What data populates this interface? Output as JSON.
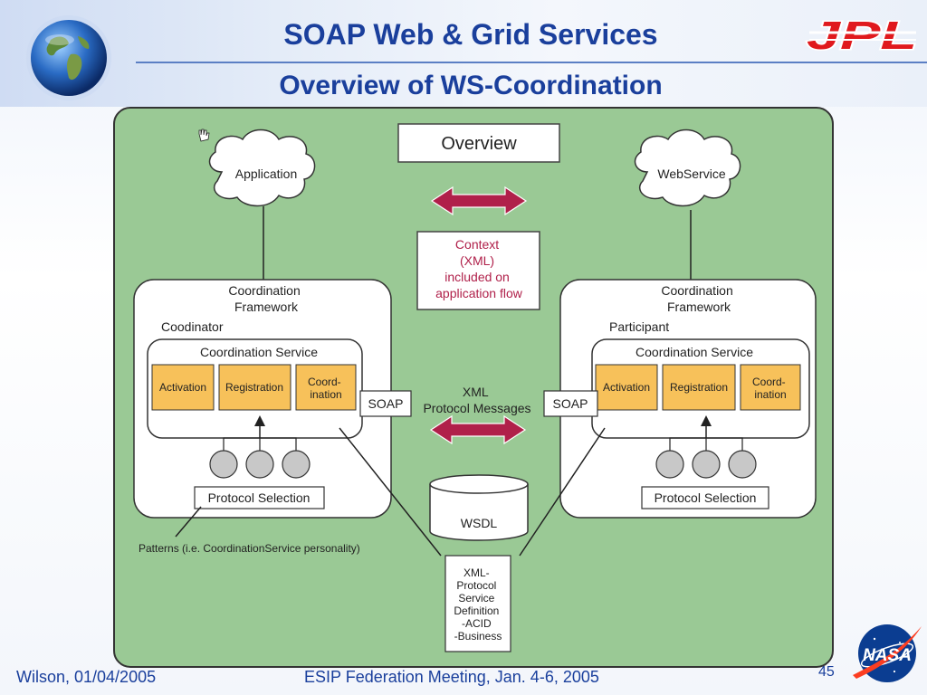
{
  "header": {
    "title": "SOAP Web & Grid Services",
    "subtitle": "Overview of WS-Coordination"
  },
  "logos": {
    "jpl_text": "JPL",
    "nasa_text": "NASA"
  },
  "diagram": {
    "overview_label": "Overview",
    "left_cloud": "Application",
    "right_cloud": "WebService",
    "context_lines": [
      "Context",
      "(XML)",
      "included on",
      "application flow"
    ],
    "framework_left_lines": [
      "Coordination",
      "Framework"
    ],
    "framework_right_lines": [
      "Coordination",
      "Framework"
    ],
    "role_left": "Coodinator",
    "role_right": "Participant",
    "coordination_service": "Coordination Service",
    "boxes": {
      "activation": "Activation",
      "registration": "Registration",
      "coordination_lines": [
        "Coord-",
        "ination"
      ]
    },
    "soap": "SOAP",
    "xml_messages_lines": [
      "XML",
      "Protocol Messages"
    ],
    "protocol_selection": "Protocol Selection",
    "patterns": "Patterns (i.e. CoordinationService personality)",
    "wsdl": "WSDL",
    "definition_lines": [
      "XML-",
      "Protocol",
      "Service",
      "Definition",
      "-ACID",
      "-Business"
    ]
  },
  "footer": {
    "left": "Wilson, 01/04/2005",
    "center": "ESIP Federation Meeting, Jan. 4-6, 2005",
    "page": "45"
  },
  "colors": {
    "title_blue": "#1a3f9c",
    "diagram_green": "#9ac995",
    "service_orange": "#f7c15a",
    "arrow_crimson": "#b0204a",
    "jpl_red": "#e0191d"
  }
}
